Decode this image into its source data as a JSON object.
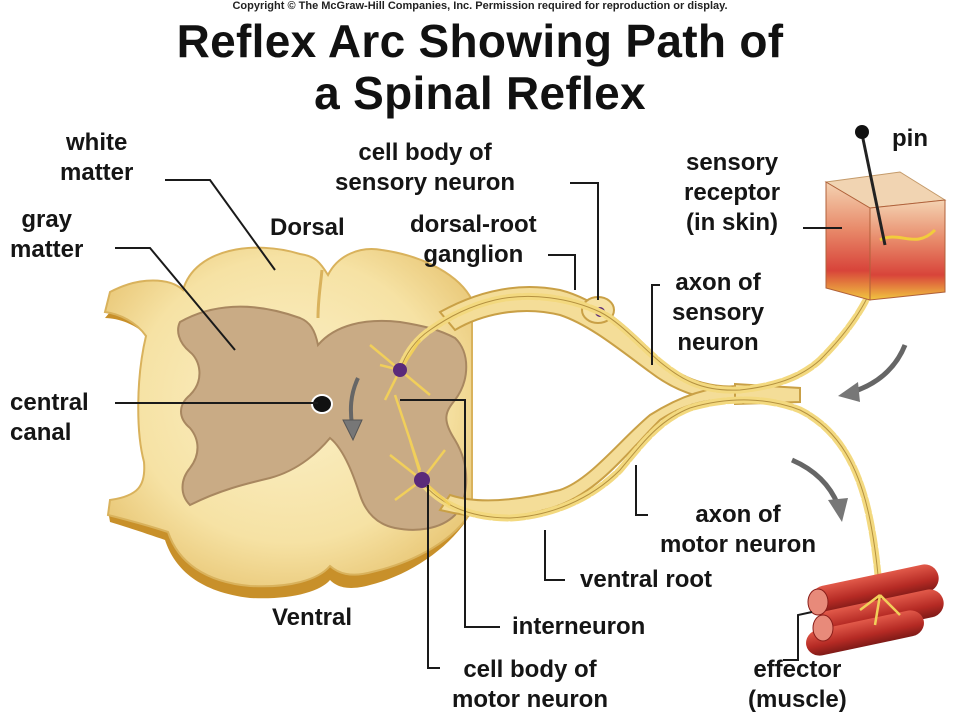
{
  "copyright": "Copyright © The McGraw-Hill Companies, Inc. Permission required for reproduction or display.",
  "title_line1": "Reflex Arc Showing Path of",
  "title_line2": "a Spinal Reflex",
  "labels": {
    "white_matter": "white\nmatter",
    "gray_matter": "gray\nmatter",
    "central_canal": "central\ncanal",
    "dorsal": "Dorsal",
    "ventral": "Ventral",
    "cell_body_sensory": "cell body of\nsensory neuron",
    "dorsal_root_ganglion": "dorsal-root\nganglion",
    "pin": "pin",
    "sensory_receptor": "sensory\nreceptor\n(in skin)",
    "axon_sensory": "axon of\nsensory\nneuron",
    "axon_motor": "axon of\nmotor neuron",
    "ventral_root": "ventral root",
    "interneuron": "interneuron",
    "cell_body_motor": "cell body of\nmotor neuron",
    "effector": "effector\n(muscle)"
  },
  "colors": {
    "white_matter": "#f7e3a6",
    "gray_matter": "#c7a883",
    "outline": "#c9a046",
    "nerve": "#f1d88a",
    "neuron_body": "#5a2a7a",
    "muscle": "#c8322a",
    "skin": "#e9a17a",
    "fat": "#f2cc3b"
  }
}
